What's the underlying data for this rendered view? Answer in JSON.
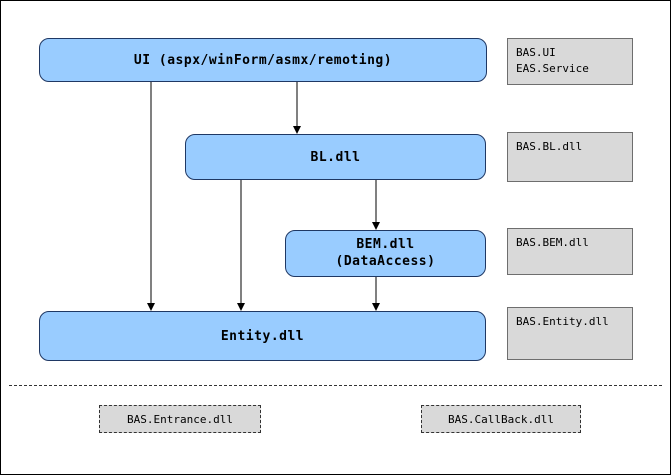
{
  "colors": {
    "box_fill": "#99CCFF",
    "box_border": "#1F3864",
    "side_fill": "#D9D9D9"
  },
  "boxes": {
    "ui": "UI (aspx/winForm/asmx/remoting)",
    "bl": "BL.dll",
    "bem_line1": "BEM.dll",
    "bem_line2": "(DataAccess)",
    "entity": "Entity.dll"
  },
  "side_labels": {
    "ui_line1": "BAS.UI",
    "ui_line2": "EAS.Service",
    "bl": "BAS.BL.dll",
    "bem": "BAS.BEM.dll",
    "entity": "BAS.Entity.dll"
  },
  "bottom": {
    "entrance": "BAS.Entrance.dll",
    "callback": "BAS.CallBack.dll"
  }
}
